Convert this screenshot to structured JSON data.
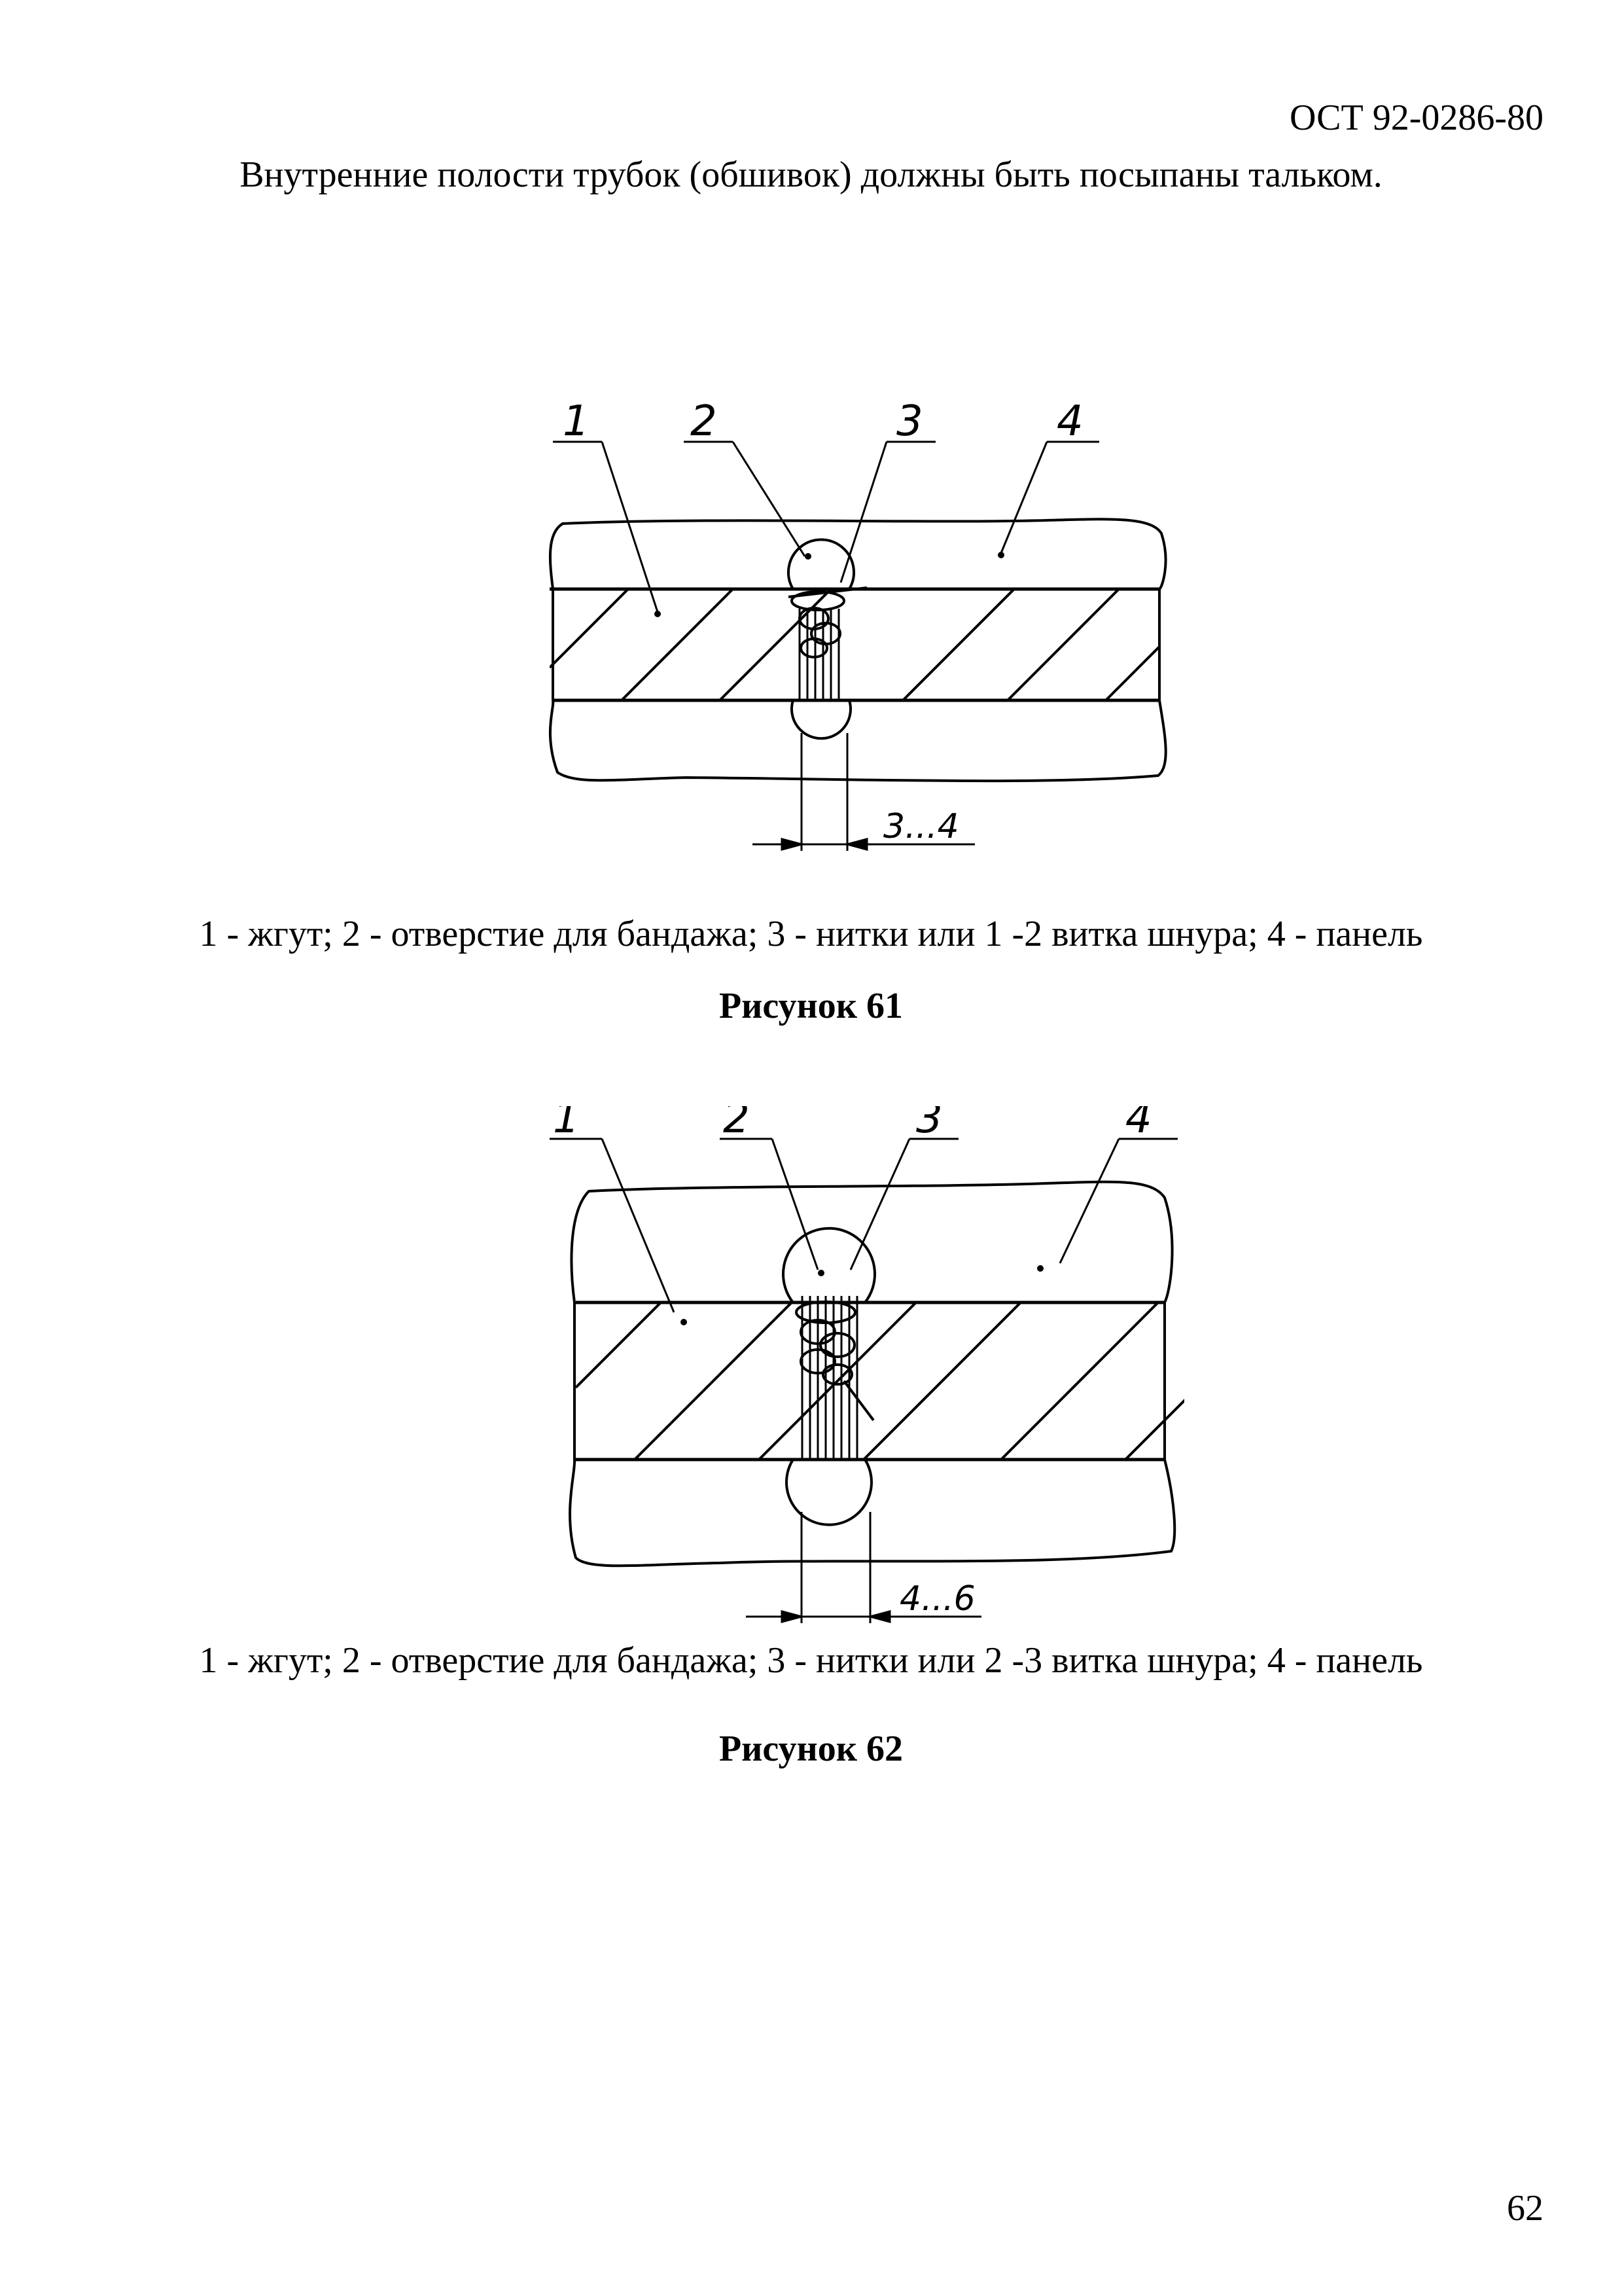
{
  "header": {
    "doc_code": "ОСТ 92-0286-80"
  },
  "intro_text": "Внутренние полости трубок (обшивок) должны быть посыпаны тальком.",
  "figures": [
    {
      "labels": [
        "1",
        "2",
        "3",
        "4"
      ],
      "dimension": "3...4",
      "legend": "1 - жгут; 2 - отверстие для бандажа; 3 - нитки или 1 -2 витка шнура; 4 - панель",
      "caption": "Рисунок 61"
    },
    {
      "labels": [
        "1",
        "2",
        "3",
        "4"
      ],
      "dimension": "4...6",
      "legend": "1 - жгут; 2 - отверстие для бандажа; 3 - нитки или 2 -3 витка шнура; 4 - панель",
      "caption": "Рисунок 62"
    }
  ],
  "page_number": "62"
}
